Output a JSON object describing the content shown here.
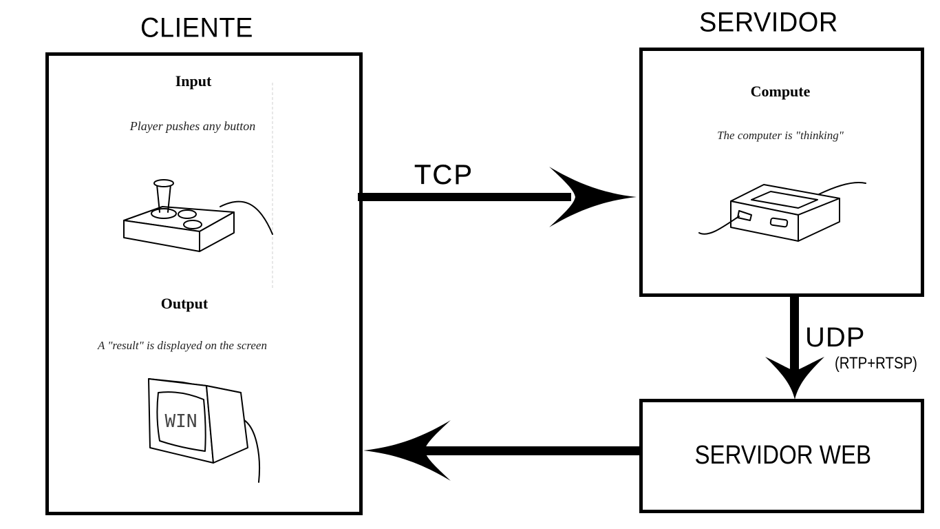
{
  "client": {
    "title": "CLIENTE",
    "input": {
      "title": "Input",
      "description": "Player pushes any button"
    },
    "output": {
      "title": "Output",
      "description": "A \"result\" is displayed on the screen",
      "screen_text": "WIN"
    }
  },
  "server": {
    "title": "SERVIDOR",
    "compute": {
      "title": "Compute",
      "description": "The computer is \"thinking\""
    }
  },
  "web_server": {
    "label": "SERVIDOR WEB"
  },
  "connections": {
    "client_to_server": {
      "protocol": "TCP"
    },
    "server_to_web": {
      "protocol": "UDP",
      "detail": "(RTP+RTSP)"
    },
    "web_to_client": {
      "protocol": ""
    }
  },
  "colors": {
    "stroke": "#000000",
    "background": "#ffffff"
  },
  "icons": [
    "joystick-icon",
    "computer-console-icon",
    "tv-monitor-icon"
  ]
}
